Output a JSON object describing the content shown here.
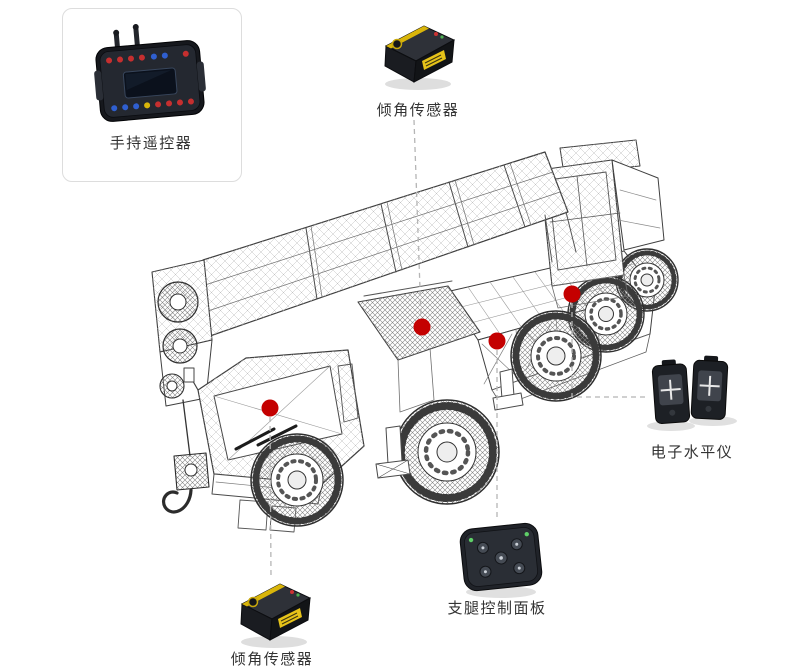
{
  "labels": {
    "remote": "手持遥控器",
    "tilt_top": "倾角传感器",
    "tilt_bottom": "倾角传感器",
    "level": "电子水平仪",
    "panel": "支腿控制面板"
  },
  "markers": [
    {
      "id": "front-cab-dot"
    },
    {
      "id": "engine-deck-dot"
    },
    {
      "id": "chassis-mid-dot"
    },
    {
      "id": "rear-deck-dot"
    }
  ],
  "colors": {
    "background": "#ffffff",
    "marker_red": "#c40000",
    "connector_gray": "#b5b5b5",
    "wireframe": "#3f3f3f",
    "callout_border": "#dddddd",
    "device_body": "#16181d",
    "accent_yellow": "#d9b50a",
    "button_red": "#c62f2f",
    "button_blue": "#2f5fd0",
    "led_green": "#5fd068",
    "label_text": "#333333"
  },
  "icons": {
    "remote_device": "handheld-remote-controller",
    "tilt_sensor_device": "tilt-sensor",
    "level_device": "electronic-level",
    "panel_device": "outrigger-control-panel",
    "crane": "wireframe-mobile-crane",
    "marker": "red-location-dot"
  }
}
